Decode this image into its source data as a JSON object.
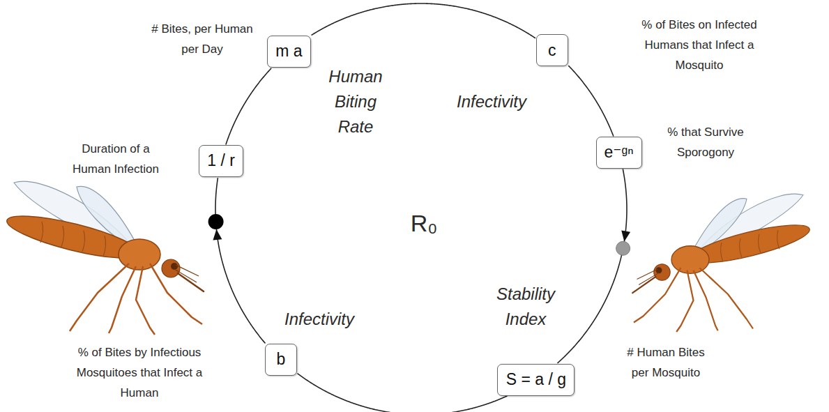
{
  "diagram": {
    "nodes": [
      {
        "text": [
          "m a"
        ]
      },
      {
        "text": [
          "c"
        ]
      },
      {
        "text": [
          "e⁻ᵍⁿ"
        ]
      },
      {
        "text": [
          "S = a / g"
        ]
      },
      {
        "text": [
          "b"
        ]
      },
      {
        "text": [
          "1 / r"
        ]
      }
    ],
    "edges": [
      {
        "from": 0,
        "to": 1,
        "arrow": "none"
      },
      {
        "from": 1,
        "to": 2,
        "arrow": "none"
      },
      {
        "from": 2,
        "to": 3,
        "arrow": "to"
      },
      {
        "from": 3,
        "to": 4,
        "arrow": "none"
      },
      {
        "from": 4,
        "to": 5,
        "arrow": "to"
      },
      {
        "from": 5,
        "to": 0,
        "arrow": "none"
      }
    ],
    "labels": [
      "# Bites, per Human per Day",
      "% of Bites on Infected Humans that Infect a Mosquito",
      "Human Biting Rate",
      "Infectivity",
      "% that Survive Sporogony",
      "Duration of a Human Infection",
      "R₀",
      "Stability Index",
      "Infectivity",
      "% of Bites by Infectious Mosquitoes that Infect a Human",
      "# Human Bites per Mosquito"
    ]
  }
}
